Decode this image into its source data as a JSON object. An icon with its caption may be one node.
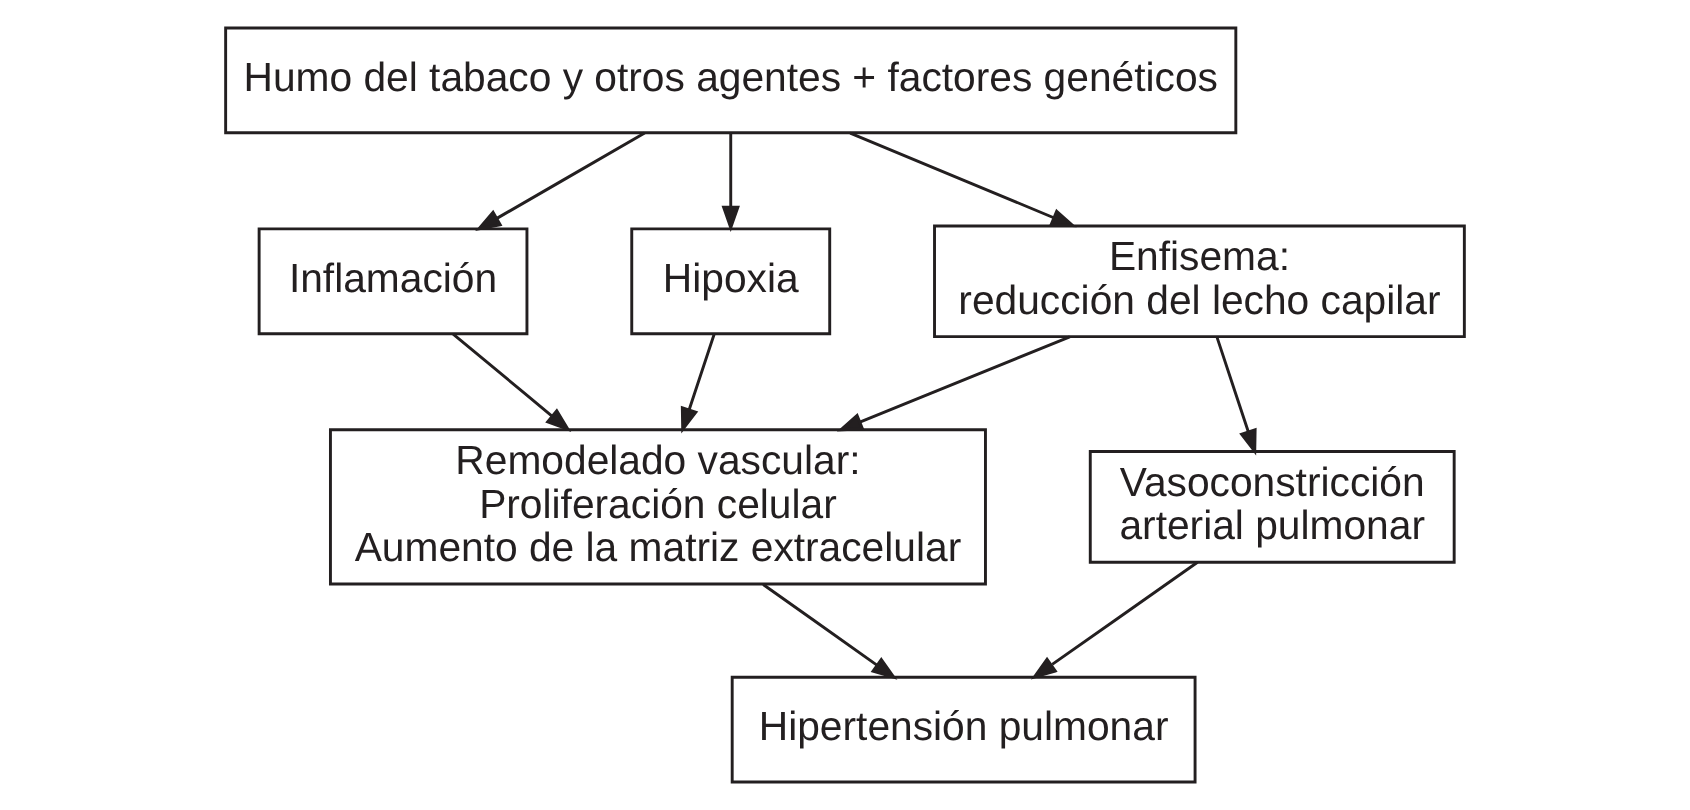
{
  "diagram": {
    "nodes": [
      {
        "text": [
          "Humo del tabaco y otros agentes + factores genéticos"
        ]
      },
      {
        "text": [
          "Inflamación"
        ]
      },
      {
        "text": [
          "Hipoxia"
        ]
      },
      {
        "text": [
          "Enfisema:",
          "reducción del lecho capilar"
        ]
      },
      {
        "text": [
          "Remodelado vascular:",
          "Proliferación celular",
          "Aumento de la matriz extracelular"
        ]
      },
      {
        "text": [
          "Vasoconstricción arterial pulmonar"
        ]
      },
      {
        "text": [
          "Hipertensión pulmonar"
        ]
      }
    ],
    "edges": [
      {
        "from": 0,
        "to": 1,
        "arrow": "to"
      },
      {
        "from": 0,
        "to": 2,
        "arrow": "to"
      },
      {
        "from": 0,
        "to": 3,
        "arrow": "to"
      },
      {
        "from": 1,
        "to": 4,
        "arrow": "to"
      },
      {
        "from": 2,
        "to": 4,
        "arrow": "to"
      },
      {
        "from": 3,
        "to": 4,
        "arrow": "to"
      },
      {
        "from": 3,
        "to": 5,
        "arrow": "to"
      },
      {
        "from": 4,
        "to": 6,
        "arrow": "to"
      },
      {
        "from": 5,
        "to": 6,
        "arrow": "to"
      }
    ]
  }
}
